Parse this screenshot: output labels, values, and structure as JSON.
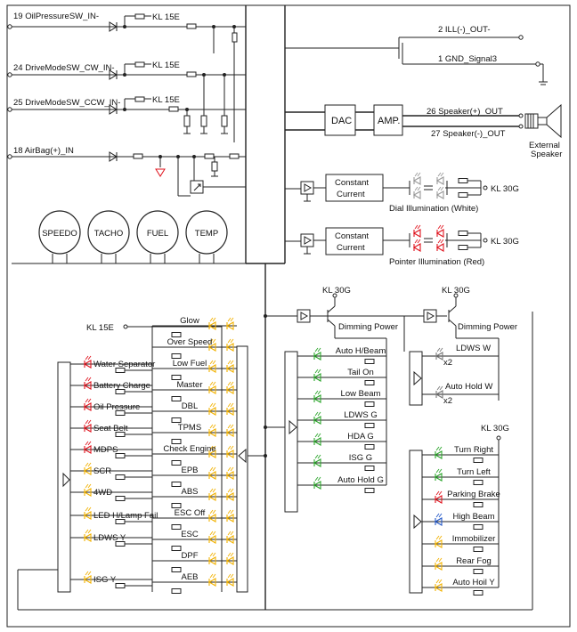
{
  "inputs": {
    "oil_pressure_sw": "19 OilPressureSW_IN-",
    "drive_mode_cw": "24 DriveModeSW_CW_IN-",
    "drive_mode_ccw": "25 DriveModeSW_CCW_IN-",
    "airbag": "18 AirBag(+)_IN",
    "kl15e": "KL 15E"
  },
  "outputs": {
    "ill": "2 ILL(-)_OUT-",
    "gnd_signal": "1 GND_Signal3",
    "speaker_plus": "26 Speaker(+)_OUT",
    "speaker_minus": "27 Speaker(-)_OUT",
    "external_speaker": [
      "External",
      "Speaker"
    ]
  },
  "audio": {
    "dac": "DAC",
    "amp": "AMP."
  },
  "illumination": {
    "constant_current": [
      "Constant",
      "Current"
    ],
    "kl30g": "KL 30G",
    "dial": "Dial Illumination (White)",
    "pointer": "Pointer Illumination (Red)"
  },
  "gauges": [
    "SPEEDO",
    "TACHO",
    "FUEL",
    "TEMP"
  ],
  "dimming": {
    "kl30g": "KL 30G",
    "label": "Dimming Power"
  },
  "kl15e_left": "KL 15E",
  "left_indicators": [
    "Water Separator",
    "Battery Charge",
    "Oil Pressure",
    "Seat Belt",
    "MDPS",
    "SCR",
    "4WD",
    "LED H/Lamp Fail",
    "LDWS Y",
    "ISG Y"
  ],
  "center_indicators": [
    "Glow",
    "Over Speed",
    "Low Fuel",
    "Master",
    "DBL",
    "TPMS",
    "Check Engine",
    "EPB",
    "ABS",
    "ESC Off",
    "ESC",
    "DPF",
    "AEB"
  ],
  "mid_indicators": [
    "Auto H/Beam",
    "Tail On",
    "Low Beam",
    "LDWS G",
    "HDA G",
    "ISG G",
    "Auto Hold G"
  ],
  "right_top_indicators": [
    "LDWS W",
    "Auto Hold W"
  ],
  "x2": "x2",
  "right_kl30g": "KL 30G",
  "right_bottom_indicators": [
    "Turn Right",
    "Turn Left",
    "Parking Brake",
    "High Beam",
    "Immobilizer",
    "Rear Fog",
    "Auto Hoil Y"
  ],
  "led_colors": {
    "yellow": "#f2b200",
    "red": "#e0141e",
    "green": "#2aa52a",
    "blue": "#2458c8"
  }
}
